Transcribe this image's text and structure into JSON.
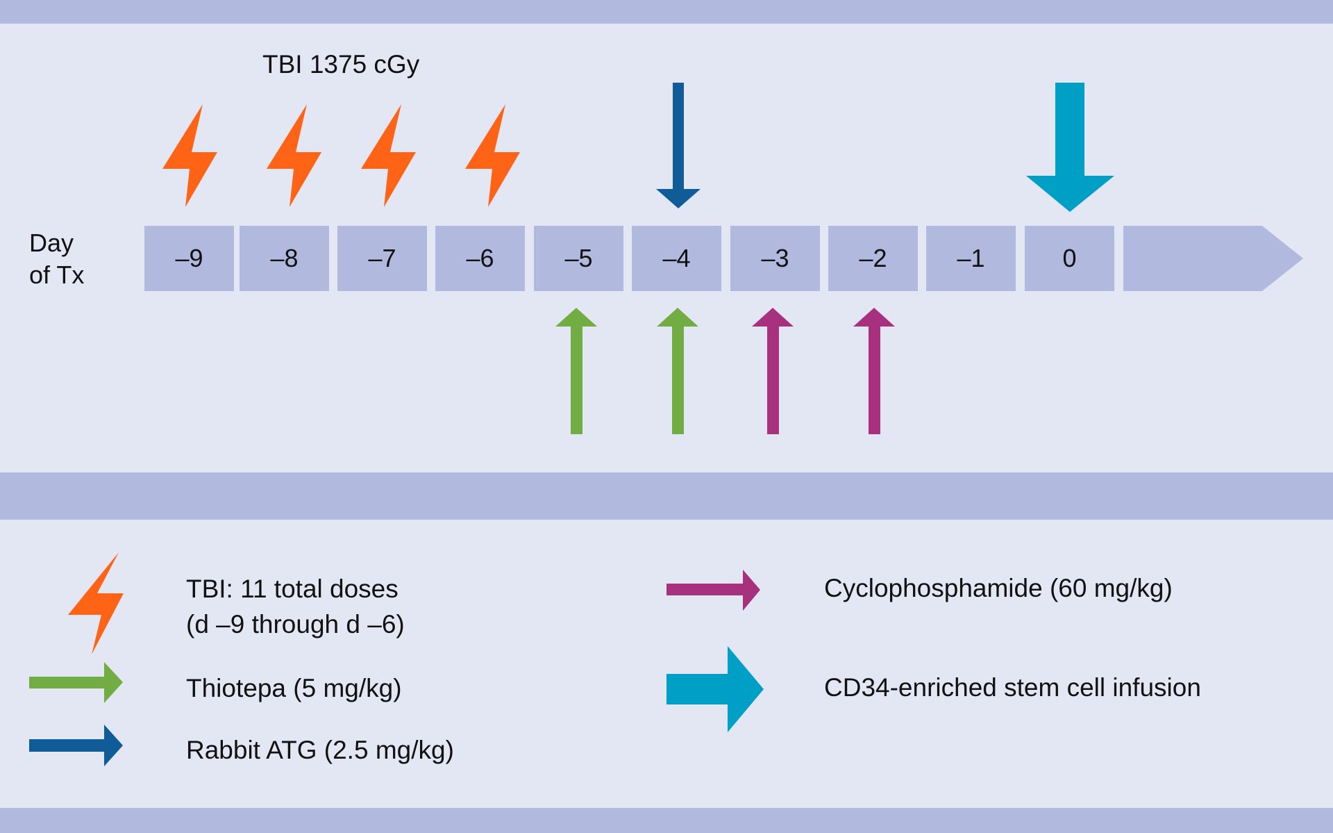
{
  "top_label": "TBI 1375 cGy",
  "axis_label": {
    "line1": "Day",
    "line2": "of Tx"
  },
  "days": [
    "–9",
    "–8",
    "–7",
    "–6",
    "–5",
    "–4",
    "–3",
    "–2",
    "–1",
    "0"
  ],
  "colors": {
    "band": "#b1bade",
    "background": "#e3e7f3",
    "tbi": "#ff6316",
    "thiotepa": "#72ad43",
    "atg": "#0f5c98",
    "cyclophosphamide": "#a7307f",
    "stem_cell": "#009fc6"
  },
  "legend": {
    "tbi_line1": "TBI: 11 total doses",
    "tbi_line2": "(d –9 through d –6)",
    "thiotepa": "Thiotepa (5 mg/kg)",
    "atg": "Rabbit ATG (2.5 mg/kg)",
    "cyclophosphamide": "Cyclophosphamide (60 mg/kg)",
    "stem_cell": "CD34-enriched stem cell infusion"
  }
}
